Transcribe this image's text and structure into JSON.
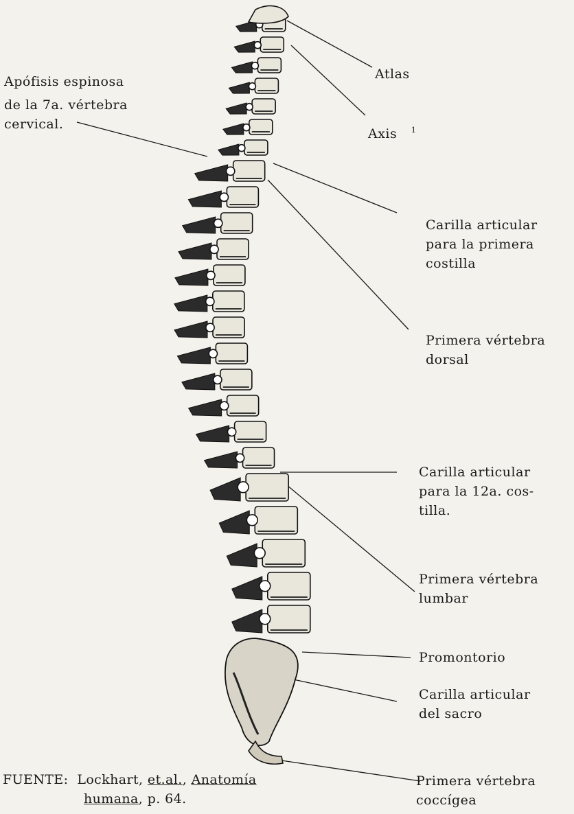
{
  "labels": {
    "atlas": [
      "Atlas"
    ],
    "axis": [
      "Axis"
    ],
    "axis_mark": "1",
    "apofisis": [
      "Apófisis espinosa",
      "de la 7a. vértebra",
      "cervical."
    ],
    "carilla_primera": [
      "Carilla articular",
      "para la primera",
      "costilla"
    ],
    "primera_dorsal": [
      "Primera vértebra",
      "dorsal"
    ],
    "carilla_12a": [
      "Carilla articular",
      "para la 12a. cos-",
      "tilla."
    ],
    "primera_lumbar": [
      "Primera vértebra",
      "lumbar"
    ],
    "promontorio": [
      "Promontorio"
    ],
    "carilla_sacro": [
      "Carilla articular",
      "del sacro"
    ],
    "primera_coccigea": [
      "Primera vértebra",
      "coccígea"
    ]
  },
  "source": {
    "prefix": "FUENTE:",
    "authors": "Lockhart,",
    "etal": "et.al.",
    "comma": ",",
    "title1": "Anatomía",
    "title2": "humana",
    "page": ", p. 64."
  }
}
